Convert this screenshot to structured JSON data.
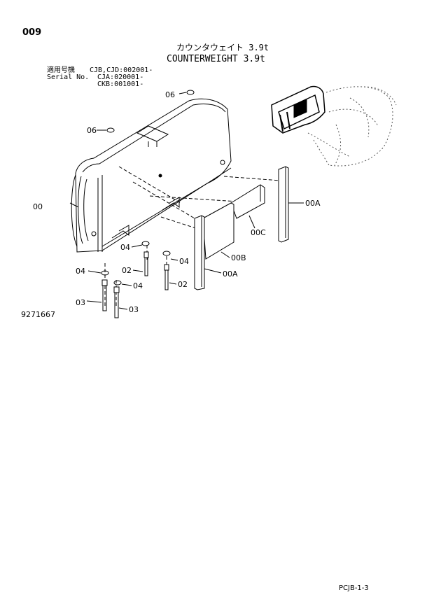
{
  "page_number": "009",
  "title_jp": "カウンタウェイト 3.9t",
  "title_en": "COUNTERWEIGHT 3.9t",
  "serial": {
    "label_jp": "適用号機",
    "label_en": "Serial No.",
    "line1": "CJB,CJD:002001-",
    "line2": "CJA:020001-",
    "line3": "CKB:001001-"
  },
  "callouts": {
    "c06a": "06",
    "c06b": "06",
    "c00": "00",
    "c00A_right": "00A",
    "c00C": "00C",
    "c00B": "00B",
    "c00A_front": "00A",
    "c04a": "04",
    "c04b": "04",
    "c04c": "04",
    "c04d": "04",
    "c02a": "02",
    "c02b": "02",
    "c03a": "03",
    "c03b": "03"
  },
  "figure_number": "9271667",
  "page_code": "PCJB-1-3"
}
